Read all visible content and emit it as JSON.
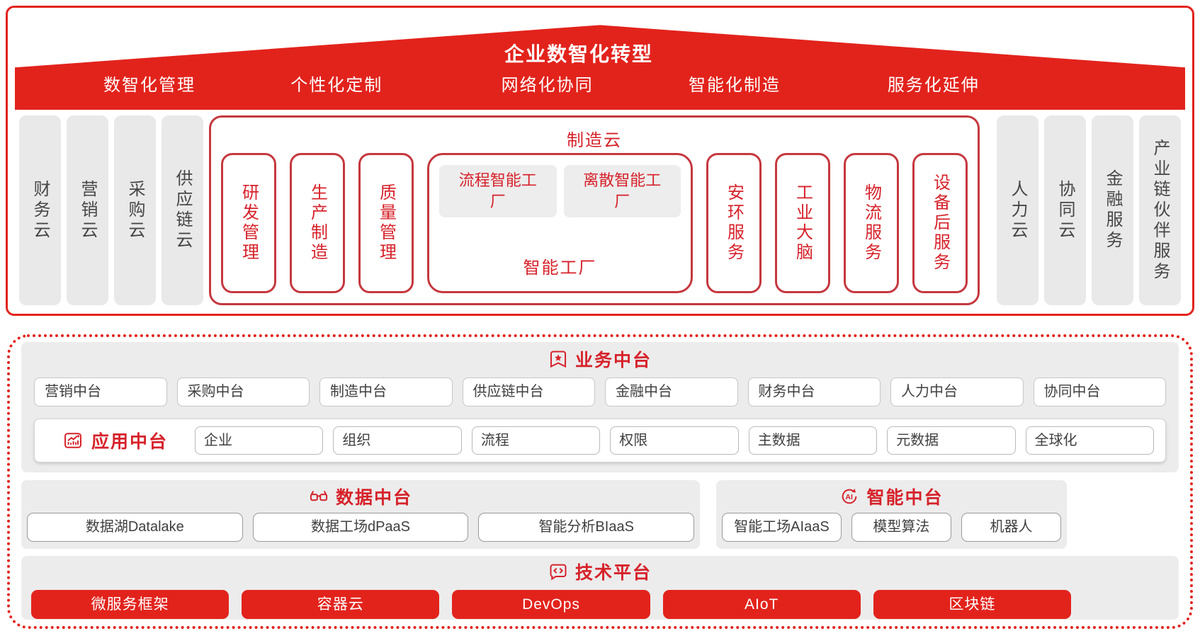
{
  "colors": {
    "primary_red": "#e2231c",
    "outline_red": "#c5383f",
    "title_red": "#d6222a",
    "section_bg": "#ececec",
    "pillar_bg": "#e9e9e9",
    "chip_text": "#3f3f3f"
  },
  "roof": {
    "title": "企业数智化转型",
    "segments": [
      "数智化管理",
      "个性化定制",
      "网络化协同",
      "智能化制造",
      "服务化延伸"
    ]
  },
  "left_pillars": [
    "财务云",
    "营销云",
    "采购云",
    "供应链云"
  ],
  "manufacturing_cloud": {
    "title": "制造云",
    "modules_left": [
      "研发管理",
      "生产制造",
      "质量管理"
    ],
    "smart_factory": {
      "title": "智能工厂",
      "items": [
        "流程智能工厂",
        "离散智能工厂"
      ]
    },
    "modules_right": [
      "安环服务",
      "工业大脑",
      "物流服务",
      "设备后服务"
    ]
  },
  "right_pillars": [
    "人力云",
    "协同云",
    "金融服务",
    "产业链伙伴服务"
  ],
  "business_mid": {
    "title": "业务中台",
    "icon": "badge-icon",
    "items": [
      "营销中台",
      "采购中台",
      "制造中台",
      "供应链中台",
      "金融中台",
      "财务中台",
      "人力中台",
      "协同中台"
    ]
  },
  "app_mid": {
    "title": "应用中台",
    "icon": "chart-icon",
    "items": [
      "企业",
      "组织",
      "流程",
      "权限",
      "主数据",
      "元数据",
      "全球化"
    ]
  },
  "data_mid": {
    "title": "数据中台",
    "icon": "glasses-icon",
    "items": [
      "数据湖Datalake",
      "数据工场dPaaS",
      "智能分析BIaaS"
    ]
  },
  "ai_mid": {
    "title": "智能中台",
    "icon": "ai-loop-icon",
    "items": [
      "智能工场AIaaS",
      "模型算法",
      "机器人"
    ]
  },
  "tech_platform": {
    "title": "技术平台",
    "icon": "code-icon",
    "items": [
      "微服务框架",
      "容器云",
      "DevOps",
      "AIoT",
      "区块链"
    ]
  }
}
